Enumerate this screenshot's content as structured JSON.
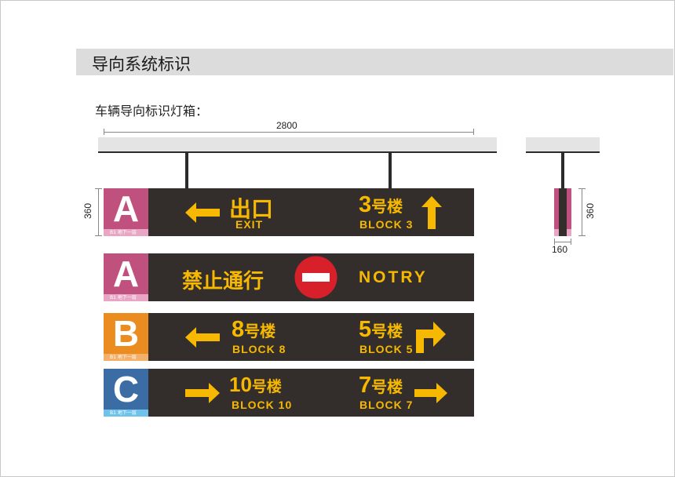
{
  "page": {
    "title": "导向系统标识",
    "subtitle": "车辆导向标识灯箱："
  },
  "dimensions": {
    "width_front": "2800",
    "height_front": "360",
    "height_side": "360",
    "width_side": "160"
  },
  "colors": {
    "sign_bg": "#332e2c",
    "text_yellow": "#f6b800",
    "tile_a": "#c0507e",
    "tile_a_strip": "#e8a6c4",
    "tile_b": "#ea8c1f",
    "tile_b_strip": "#f3b06a",
    "tile_c": "#3b6ca3",
    "tile_c_strip": "#6fc2ea",
    "no_entry_red": "#d8202a"
  },
  "signs": [
    {
      "tile_letter": "A",
      "tile_color": "#c0507e",
      "strip_label": "B1  地下一层",
      "left_main": "出口",
      "left_sub": "EXIT",
      "left_arrow": "arrow-left-icon",
      "right_main_num": "3",
      "right_main_text": "号楼",
      "right_sub": "BLOCK 3",
      "right_arrow": "arrow-up-icon"
    },
    {
      "tile_letter": "A",
      "tile_color": "#c0507e",
      "strip_label": "B1  地下一层",
      "left_main": "禁止通行",
      "center_icon": "no-entry-icon",
      "right_text": "NOTRY"
    },
    {
      "tile_letter": "B",
      "tile_color": "#ea8c1f",
      "strip_label": "B1  地下一层",
      "left_arrow": "arrow-left-icon",
      "left_main_num": "8",
      "left_main_text": "号楼",
      "left_sub": "BLOCK 8",
      "right_main_num": "5",
      "right_main_text": "号楼",
      "right_sub": "BLOCK 5",
      "right_arrow": "arrow-turn-right-icon"
    },
    {
      "tile_letter": "C",
      "tile_color": "#3b6ca3",
      "strip_label": "B1  地下一层",
      "left_arrow": "arrow-right-icon",
      "left_main_num": "10",
      "left_main_text": "号楼",
      "left_sub": "BLOCK 10",
      "right_main_num": "7",
      "right_main_text": "号楼",
      "right_sub": "BLOCK 7",
      "right_arrow": "arrow-right-icon"
    }
  ]
}
